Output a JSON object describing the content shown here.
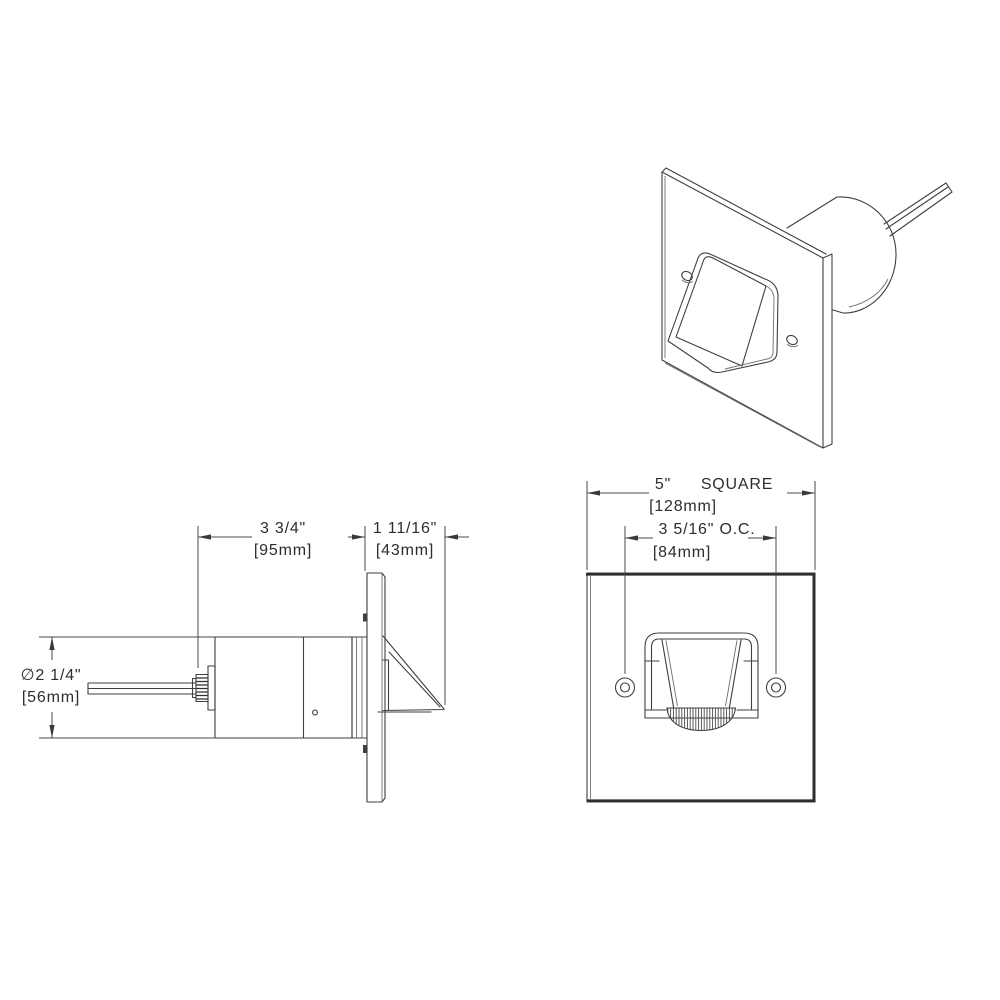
{
  "drawing": {
    "colors": {
      "line": "#3f3f3f",
      "line_dark": "#2e2e2e",
      "text": "#2d2d2d",
      "background": "#ffffff"
    },
    "side_view": {
      "width_in": "3 3/4\"",
      "width_mm": "[95mm]",
      "depth_in": "1 11/16\"",
      "depth_mm": "[43mm]",
      "diameter_in": "∅2 1/4\"",
      "diameter_mm": "[56mm]"
    },
    "front_view": {
      "size_in": "5\"",
      "size_word": "SQUARE",
      "size_mm": "[128mm]",
      "hole_spacing_in": "3 5/16\" O.C.",
      "hole_spacing_mm": "[84mm]"
    }
  }
}
